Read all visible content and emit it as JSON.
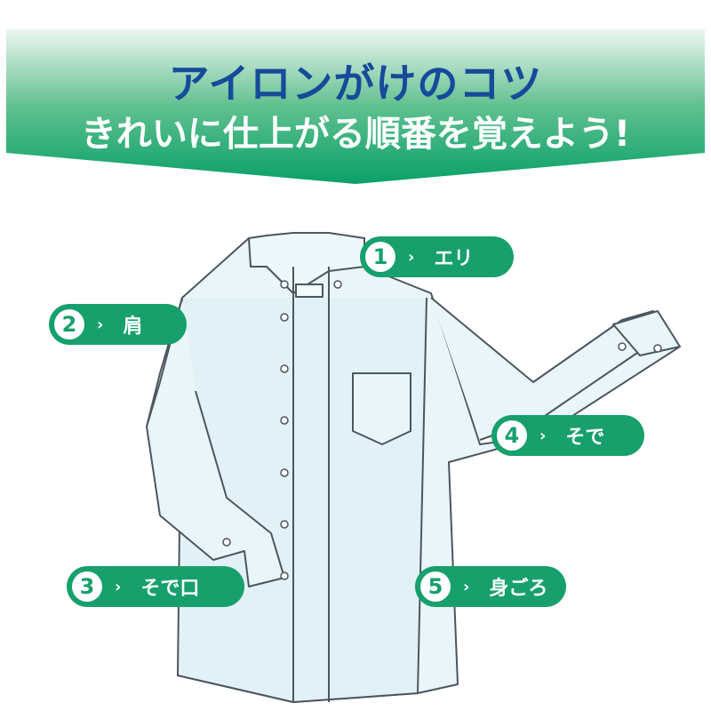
{
  "header": {
    "title": "アイロンがけのコツ",
    "subtitle": "きれいに仕上がる順番を覚えよう!",
    "colors": {
      "title": "#164a9a",
      "gradient_top": "#eef6f1",
      "gradient_bottom": "#0aa068"
    }
  },
  "steps": [
    {
      "number": "1",
      "label": "エリ"
    },
    {
      "number": "2",
      "label": "肩"
    },
    {
      "number": "3",
      "label": "そで口"
    },
    {
      "number": "4",
      "label": "そで"
    },
    {
      "number": "5",
      "label": "身ごろ"
    }
  ],
  "chevron": "›",
  "accent": "#17a06c"
}
